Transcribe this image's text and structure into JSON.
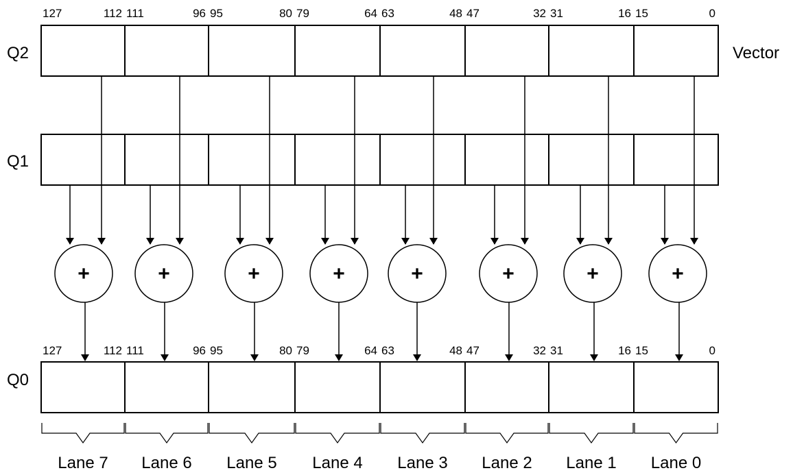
{
  "registers": {
    "q2": "Q2",
    "q1": "Q1",
    "q0": "Q0",
    "q2_tag": "Vector"
  },
  "adder_symbol": "+",
  "lanes": [
    {
      "label": "Lane 7",
      "hi": "127",
      "lo": "112"
    },
    {
      "label": "Lane 6",
      "hi": "111",
      "lo": "96"
    },
    {
      "label": "Lane 5",
      "hi": "95",
      "lo": "80"
    },
    {
      "label": "Lane 4",
      "hi": "79",
      "lo": "64"
    },
    {
      "label": "Lane 3",
      "hi": "63",
      "lo": "48"
    },
    {
      "label": "Lane 2",
      "hi": "47",
      "lo": "32"
    },
    {
      "label": "Lane 1",
      "hi": "31",
      "lo": "16"
    },
    {
      "label": "Lane 0",
      "hi": "15",
      "lo": "0"
    }
  ],
  "colors": {
    "stroke": "#000000",
    "background": "#ffffff"
  }
}
